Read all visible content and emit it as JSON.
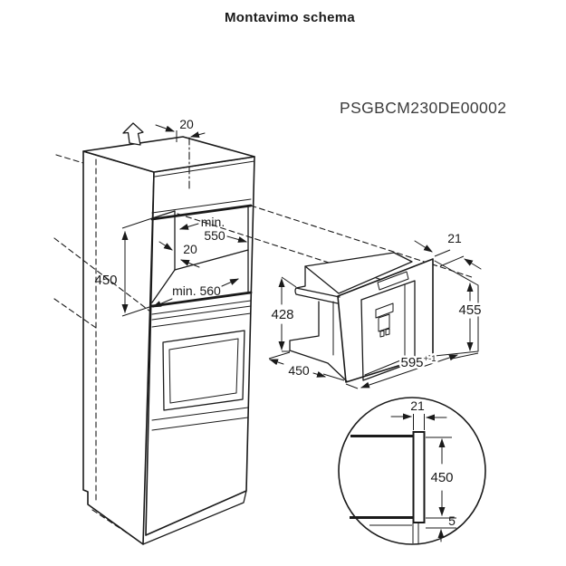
{
  "title": "Montavimo schema",
  "drawing_code": "PSGBCM230DE00002",
  "colors": {
    "background": "#ffffff",
    "line": "#1a1a1a",
    "title_text": "#1d2b4f",
    "code_text": "#3c3c3c"
  },
  "cabinet": {
    "top_rear_gap_mm": "20",
    "niche_height_mm": "450",
    "niche_width_min_label": "min.",
    "niche_width_min_value": "550",
    "rear_vent_gap_mm": "20",
    "niche_depth_min": "min. 560"
  },
  "appliance": {
    "front_frame_overlap_mm": "21",
    "body_height_mm": "428",
    "front_height_mm": "455",
    "body_depth_mm": "450",
    "front_width_mm": "595",
    "front_width_tolerance": "+-1"
  },
  "detail": {
    "front_frame_overlap_mm": "21",
    "niche_height_mm": "450",
    "bottom_clearance_mm": "5"
  }
}
